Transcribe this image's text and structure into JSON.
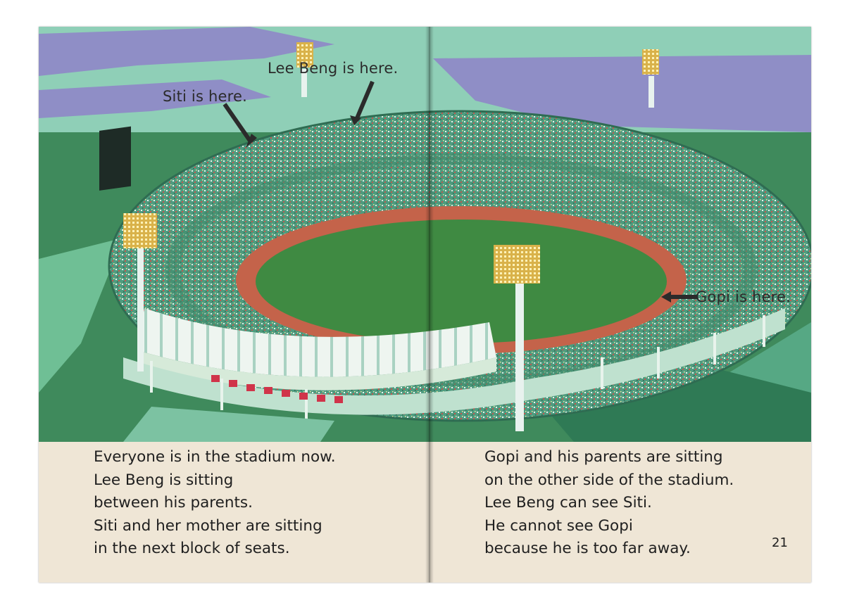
{
  "illustration": {
    "callouts": {
      "lee_beng": "Lee Beng is here.",
      "siti": "Siti is here.",
      "gopi": "Gopi is here."
    }
  },
  "left_page": {
    "lines": [
      "Everyone is in the stadium now.",
      "Lee Beng is sitting",
      "between his parents.",
      "Siti and her mother are sitting",
      "in the next block of seats."
    ]
  },
  "right_page": {
    "lines": [
      "Gopi and his parents are sitting",
      "on the other side of the stadium.",
      "Lee Beng can see Siti.",
      "He cannot see Gopi",
      "because he is too far away."
    ],
    "page_number": "21"
  },
  "colors": {
    "sky": "#8fcfb7",
    "clouds": "#8f8ec6",
    "ground": "#3f8a5c",
    "stands": "#5fae8f",
    "pitch": "#3f8a42",
    "track": "#c4634a",
    "paper": "#efe6d6"
  }
}
